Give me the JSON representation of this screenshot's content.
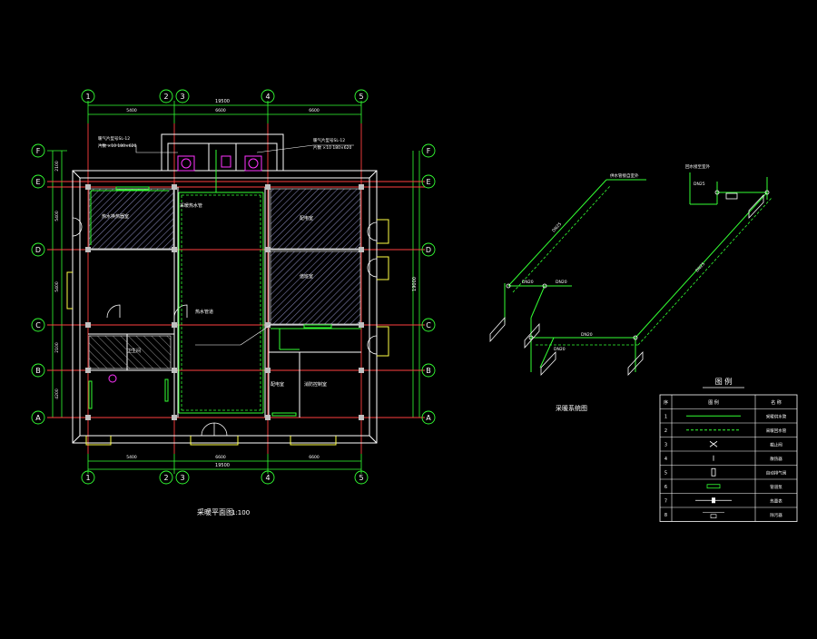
{
  "colors": {
    "background": "#000000",
    "wall": "#ffffff",
    "axis_line": "#ff4040",
    "dimension": "#33ff33",
    "axis_bubble": "#33ff33",
    "pipe": "#33ff33",
    "hatch": "#8a8ab0",
    "fixture": "#ff33ff",
    "door": "#ffffff",
    "text": "#ffffff",
    "title": "#ffffff"
  },
  "plan": {
    "axes_horizontal": [
      "1",
      "2",
      "3",
      "4",
      "5"
    ],
    "axes_vertical": [
      "F",
      "E",
      "D",
      "C",
      "B",
      "A"
    ],
    "overall_dim_top": "19500",
    "overall_dim_right": "19000",
    "segment_dims_top": [
      "5400",
      "6600",
      "6600"
    ],
    "segment_dims_bottom": [
      "5400",
      "6600",
      "6600"
    ],
    "side_dims_left": [
      "2100",
      "5400",
      "5400",
      "2100",
      "4200"
    ],
    "title": "采暖平面图",
    "scale": "1:100",
    "room_labels": [
      "热水换热器室",
      "采暖热水管",
      "热水管道",
      "配电室",
      "值班室",
      "消防控制室",
      "配电室",
      "卫生间"
    ]
  },
  "isometric": {
    "title": "采暖系统图"
  },
  "legend": {
    "title": "图 例",
    "header_no": "序",
    "header_symbol": "图  例",
    "header_name": "名  称",
    "rows": [
      {
        "no": "1",
        "symbol": "solid-line",
        "name": "采暖供水管"
      },
      {
        "no": "2",
        "symbol": "dashed-line",
        "name": "采暖回水管"
      },
      {
        "no": "3",
        "symbol": "valve",
        "name": "截止阀"
      },
      {
        "no": "4",
        "symbol": "radiator",
        "name": "散热器"
      },
      {
        "no": "5",
        "symbol": "trap",
        "name": "自动排气阀"
      },
      {
        "no": "6",
        "symbol": "pump",
        "name": "管道泵"
      },
      {
        "no": "7",
        "symbol": "meter",
        "name": "热量表"
      },
      {
        "no": "8",
        "symbol": "filter",
        "name": "除污器"
      }
    ]
  }
}
